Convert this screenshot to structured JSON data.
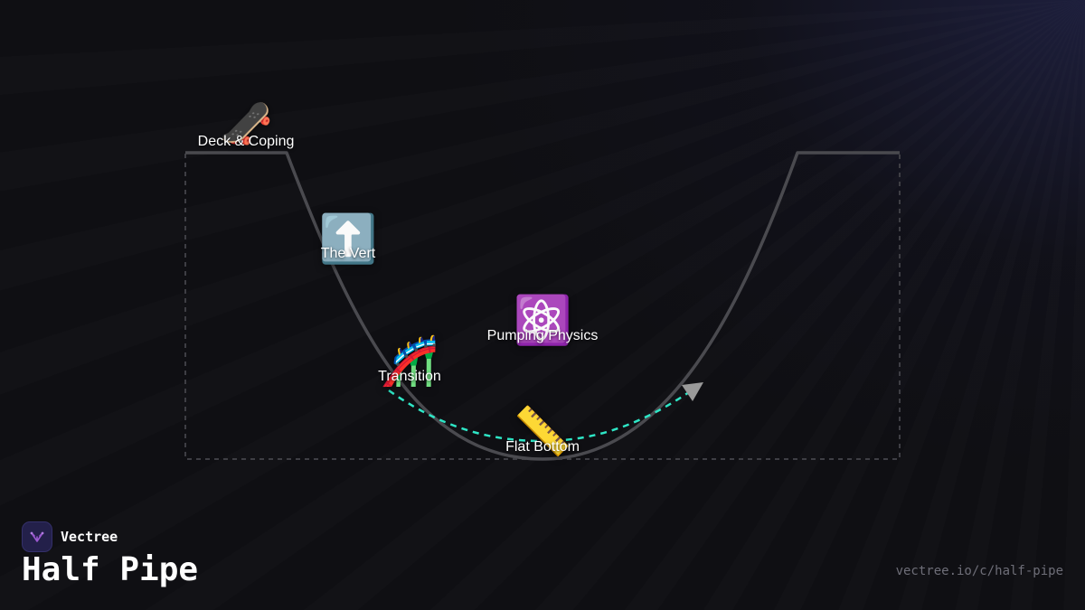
{
  "brand": {
    "name": "Vectree",
    "logo_icon": "vectree-logo-icon",
    "accent": "#9b59d0"
  },
  "title": "Half Pipe",
  "url": "vectree.io/c/half-pipe",
  "colors": {
    "background": "#0f0f13",
    "ramp": "#4a4a4f",
    "ramp_outline": "#3e3e44",
    "flow": "#2ee6c6",
    "arrow": "#9a9a9a",
    "label": "#ffffff"
  },
  "nodes": [
    {
      "id": "deck-coping",
      "label": "Deck & Coping",
      "icon": "🛹",
      "icon_name": "skateboard-icon"
    },
    {
      "id": "the-vert",
      "label": "The Vert",
      "icon": "⬆️",
      "icon_name": "up-arrow-icon"
    },
    {
      "id": "transition",
      "label": "Transition",
      "icon": "🎢",
      "icon_name": "roller-coaster-icon"
    },
    {
      "id": "pumping-physics",
      "label": "Pumping Physics",
      "icon": "⚛️",
      "icon_name": "atom-icon"
    },
    {
      "id": "flat-bottom",
      "label": "Flat Bottom",
      "icon": "📏",
      "icon_name": "ruler-icon"
    }
  ]
}
